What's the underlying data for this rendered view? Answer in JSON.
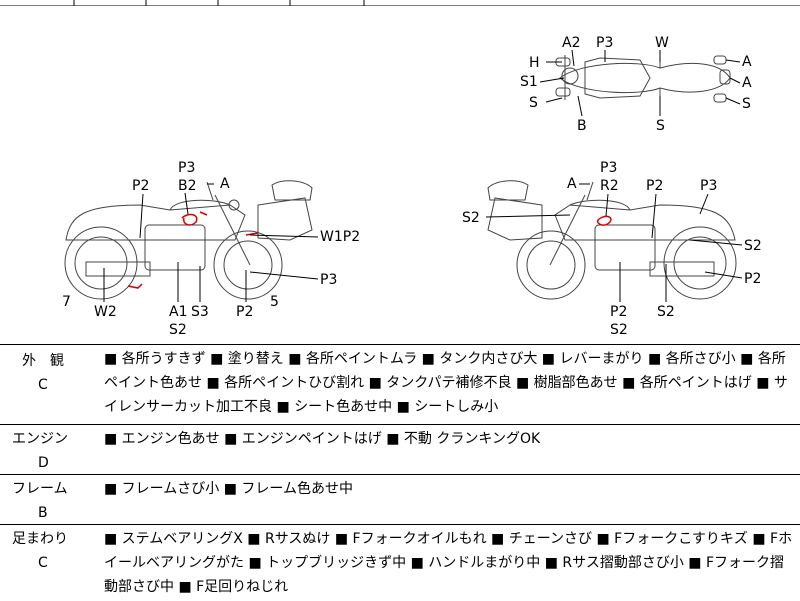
{
  "rows": [
    {
      "category": "外　観",
      "grade": "C",
      "text": "■ 各所うすきず ■ 塗り替え ■ 各所ペイントムラ ■ タンク内さび大 ■ レバーまがり ■ 各所さび小 ■ 各所ペイント色あせ ■ 各所ペイントひび割れ ■ タンクパテ補修不良 ■ 樹脂部色あせ ■ 各所ペイントはげ ■ サイレンサーカット加工不良 ■ シート色あせ中 ■ シートしみ小"
    },
    {
      "category": "エンジン",
      "grade": "D",
      "text": "■ エンジン色あせ ■ エンジンペイントはげ ■ 不動 クランキングOK"
    },
    {
      "category": "フレーム",
      "grade": "B",
      "text": "■ フレームさび小 ■ フレーム色あせ中"
    },
    {
      "category": "足まわり",
      "grade": "C",
      "text": "■ ステムベアリングX ■ Rサスぬけ ■ Fフォークオイルもれ ■ チェーンさび ■ Fフォークこすりキズ ■ Fホイールベアリングがた ■ トップブリッジきず中 ■ ハンドルまがり中 ■ Rサス摺動部さび小 ■ Fフォーク摺動部さび中 ■ F足回りねじれ"
    }
  ],
  "diagram_labels": {
    "top": {
      "h": "H",
      "s1": "S1",
      "s": "S",
      "a2": "A2",
      "p3": "P3",
      "b": "B",
      "w": "W",
      "s_mid": "S",
      "a1": "A",
      "a2r": "A",
      "s_r": "S"
    },
    "left": {
      "p3": "P3",
      "b2": "B2",
      "a": "A",
      "p2": "P2",
      "w1p2": "W1P2",
      "p3b": "P3",
      "n7": "7",
      "w2": "W2",
      "a1": "A1",
      "s3": "S3",
      "s2": "S2",
      "p2b": "P2",
      "n5": "5"
    },
    "right": {
      "p3": "P3",
      "a": "A",
      "r2": "R2",
      "p2": "P2",
      "p3b": "P3",
      "s2": "S2",
      "s2b": "S2",
      "p2b": "P2",
      "p2c": "P2",
      "s2c": "S2",
      "s2d": "S2"
    }
  }
}
